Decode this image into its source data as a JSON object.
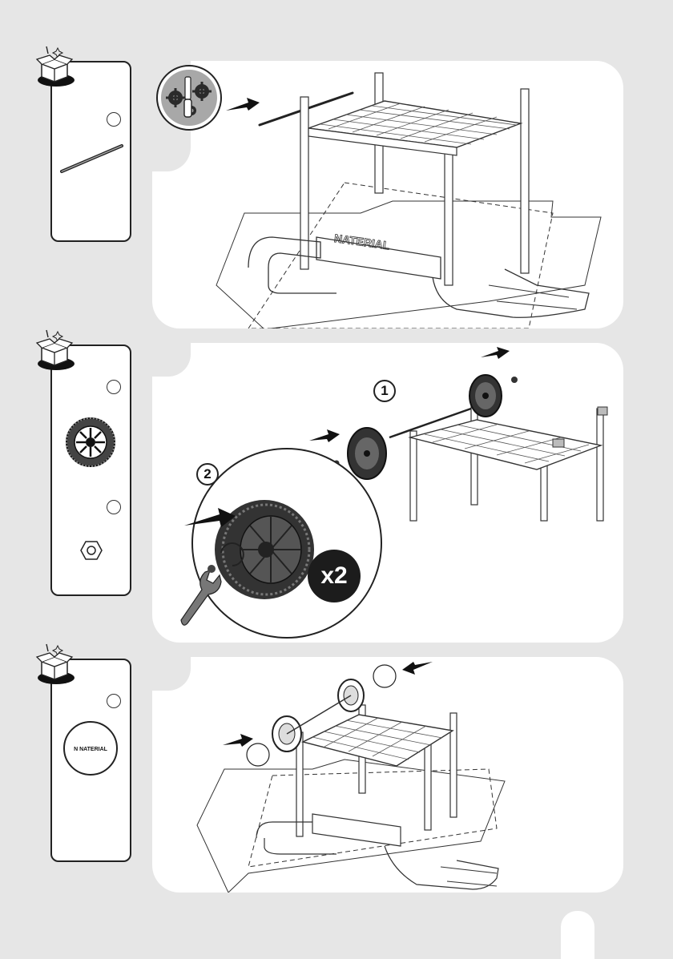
{
  "step1": {
    "tools_icon": "screwdriver-gears-icon",
    "parts": [
      "axle-rod"
    ]
  },
  "step2": {
    "sub_step_1": "1",
    "sub_step_2": "2",
    "multiplier": "x2",
    "parts": [
      "wheel",
      "nut"
    ]
  },
  "step3": {
    "parts": [
      "logo-cap"
    ],
    "cap_brand": "N NATERIAL"
  },
  "frame": {
    "brand_text": "NATERIAL"
  },
  "colors": {
    "background": "#e6e6e6",
    "panel": "#ffffff",
    "ink": "#1c1c1c"
  }
}
